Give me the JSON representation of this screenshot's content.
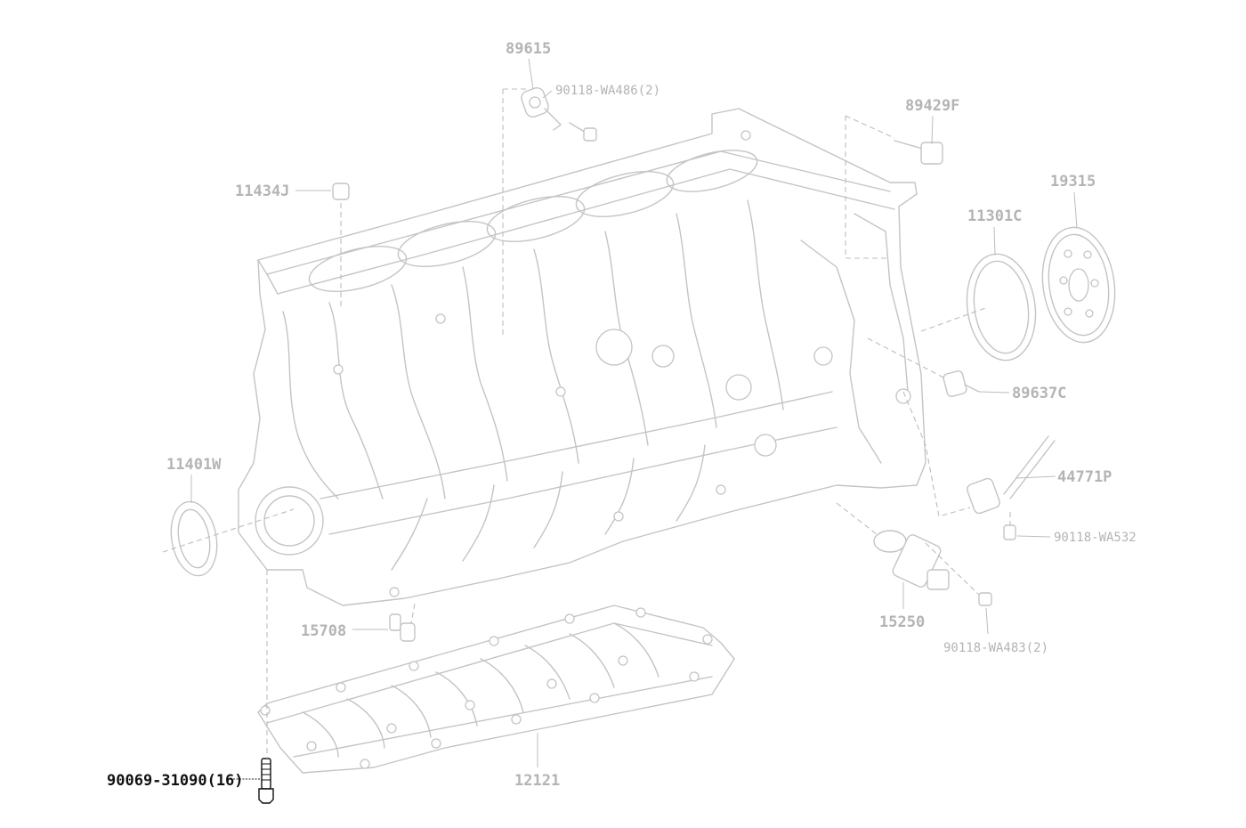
{
  "diagram": {
    "highlight_color": "#111111",
    "dim_color": "#b4b4b4",
    "parts": {
      "p89615": "89615",
      "p90118_wa486": "90118-WA486(2)",
      "p89429f": "89429F",
      "p11434j": "11434J",
      "p19315": "19315",
      "p11301c": "11301C",
      "p89637c": "89637C",
      "p11401w": "11401W",
      "p44771p": "44771P",
      "p90118_wa532": "90118-WA532",
      "p15250": "15250",
      "p15708": "15708",
      "p90118_wa483": "90118-WA483(2)",
      "p12121": "12121",
      "p90069_31090": "90069-31090(16)"
    },
    "selected_part": "90069-31090(16)"
  }
}
